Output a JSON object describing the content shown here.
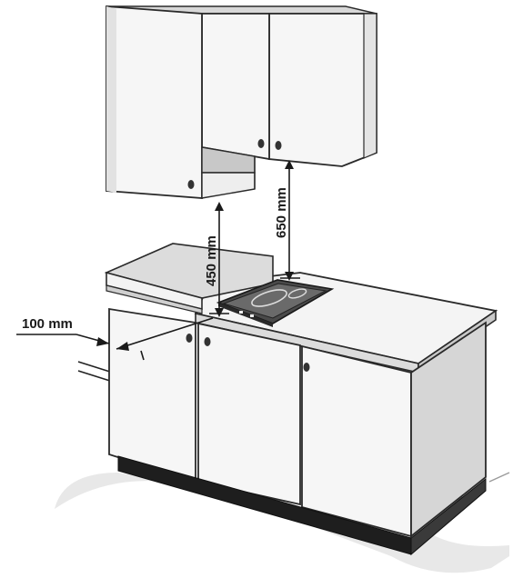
{
  "dimensions": {
    "side_clearance": "100 mm",
    "hood_clearance": "450 mm",
    "cabinet_clearance": "650 mm"
  },
  "colors": {
    "cabinet_face": "#f6f6f6",
    "cabinet_side": "#d4d4d4",
    "cabinet_shadow": "#bdbdbd",
    "outline": "#2a2a2a",
    "plinth": "#1e1e1e",
    "floor_shadow": "#e6e6e6",
    "hob_glass": "#3a3a3a"
  }
}
